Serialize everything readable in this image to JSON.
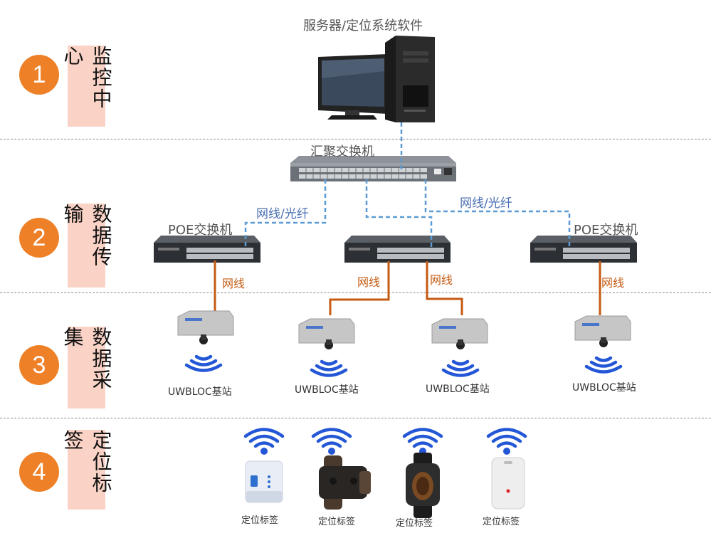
{
  "tiers": [
    {
      "number": "1",
      "label": "监控中心"
    },
    {
      "number": "2",
      "label": "数据传输"
    },
    {
      "number": "3",
      "label": "数据采集"
    },
    {
      "number": "4",
      "label": "定位标签"
    }
  ],
  "server": {
    "title": "服务器/定位系统软件"
  },
  "core_switch": {
    "label": "汇聚交换机"
  },
  "poe_switches": {
    "left_label": "POE交换机",
    "right_label": "POE交换机"
  },
  "links": {
    "fiber_left": "网线/光纤",
    "fiber_right": "网线/光纤",
    "cable": "网线"
  },
  "base_stations": [
    "UWBLOC基站",
    "UWBLOC基站",
    "UWBLOC基站",
    "UWBLOC基站"
  ],
  "tags": [
    "定位标签",
    "定位标签",
    "定位标签",
    "定位标签"
  ],
  "colors": {
    "accent": "#ee8128",
    "label_bg": "#fad3c6",
    "fiber": "#5b9bd5",
    "cable": "#c55a11",
    "wifi": "#2457d6"
  }
}
